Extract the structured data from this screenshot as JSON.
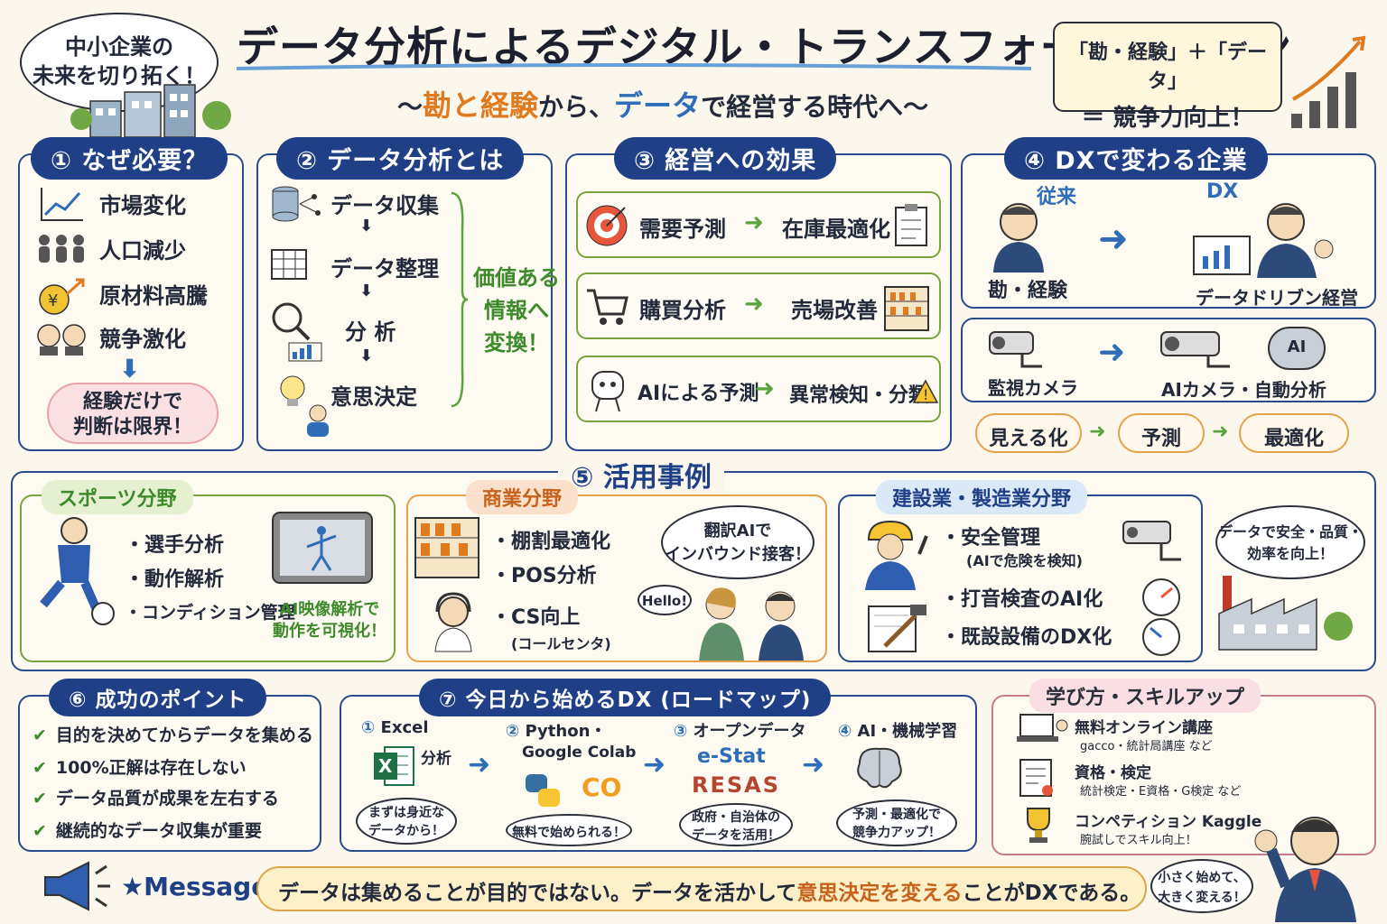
{
  "header": {
    "title": "データ分析によるデジタル・トランスフォーメーション",
    "subtitle_pre": "〜",
    "subtitle_a": "勘と経験",
    "subtitle_mid": "から、",
    "subtitle_b": "データ",
    "subtitle_post": "で経営する時代へ〜",
    "left_bubble": "中小企業の\n未来を切り拓く！",
    "right_box_line1": "「勘・経験」＋「データ」",
    "right_box_line2": "＝ 競争力向上！"
  },
  "s1": {
    "badge": "① なぜ必要？",
    "items": [
      "市場変化",
      "人口減少",
      "原材料高騰",
      "競争激化"
    ],
    "cloud": "経験だけで\n判断は限界！"
  },
  "s2": {
    "badge": "② データ分析とは",
    "steps": [
      "データ収集",
      "データ整理",
      "分 析",
      "意思決定"
    ],
    "side": "価値ある\n情報へ\n変換！"
  },
  "s3": {
    "badge": "③ 経営への効果",
    "rows": [
      {
        "from": "需要予測",
        "to": "在庫最適化"
      },
      {
        "from": "購買分析",
        "to": "売場改善"
      },
      {
        "from": "AIによる予測",
        "to": "異常検知・分類"
      }
    ]
  },
  "s4": {
    "badge": "④ DXで変わる企業",
    "before_label": "従来",
    "after_label": "DX",
    "before_caption": "勘・経験",
    "after_caption": "データドリブン経営",
    "cam_before": "監視カメラ",
    "cam_after": "AIカメラ・自動分析",
    "ai_label": "AI",
    "flow": [
      "見える化",
      "予測",
      "最適化"
    ]
  },
  "s5": {
    "badge": "⑤ 活用事例",
    "sports": {
      "tag": "スポーツ分野",
      "items": [
        "・選手分析",
        "・動作解析",
        "・コンディション管理"
      ],
      "note": "AI映像解析で\n動作を可視化！"
    },
    "commerce": {
      "tag": "商業分野",
      "items": [
        "・棚割最適化",
        "・POS分析",
        "・CS向上"
      ],
      "cs_sub": "(コールセンタ)",
      "bubble": "翻訳AIで\nインバウンド接客！",
      "hello": "Hello!"
    },
    "construction": {
      "tag": "建設業・製造業分野",
      "items": [
        "・安全管理",
        "・打音検査のAI化",
        "・既設設備のDX化"
      ],
      "safety_sub": "(AIで危険を検知)",
      "bubble": "データで安全・品質・\n効率を向上！"
    }
  },
  "s6": {
    "badge": "⑥ 成功のポイント",
    "items": [
      "目的を決めてからデータを集める",
      "100%正解は存在しない",
      "データ品質が成果を左右する",
      "継続的なデータ収集が重要"
    ]
  },
  "s7": {
    "badge": "⑦ 今日から始めるDX (ロードマップ)",
    "steps": [
      {
        "num": "①",
        "title": "Excel",
        "title2": "分析",
        "note": "まずは身近な\nデータから！"
      },
      {
        "num": "②",
        "title": "Python・",
        "title2": "Google Colab",
        "note": "無料で始められる！"
      },
      {
        "num": "③",
        "title": "オープンデータ",
        "title2": "e-Stat",
        "title3": "RESAS",
        "note": "政府・自治体の\nデータを活用！"
      },
      {
        "num": "④",
        "title": "AI・機械学習",
        "title2": "",
        "note": "予測・最適化で\n競争力アップ！"
      }
    ],
    "colab_logo": "CO"
  },
  "s8": {
    "tag": "学び方・スキルアップ",
    "items": [
      {
        "title": "無料オンライン講座",
        "sub": "gacco・統計局講座 など"
      },
      {
        "title": "資格・検定",
        "sub": "統計検定・E資格・G検定 など"
      },
      {
        "title": "コンペティション Kaggle",
        "sub": "腕試しでスキル向上！"
      }
    ]
  },
  "footer": {
    "label": "★Message",
    "msg_pre": "データは集めることが目的ではない。データを活かして",
    "msg_hl": "意思決定を変える",
    "msg_post": "ことがDXである。",
    "bubble": "小さく始めて、\n大きく変える！"
  },
  "colors": {
    "navy": "#1f3f86",
    "orange": "#e07a1f",
    "green": "#5aa33f",
    "blue": "#2f6db8"
  }
}
